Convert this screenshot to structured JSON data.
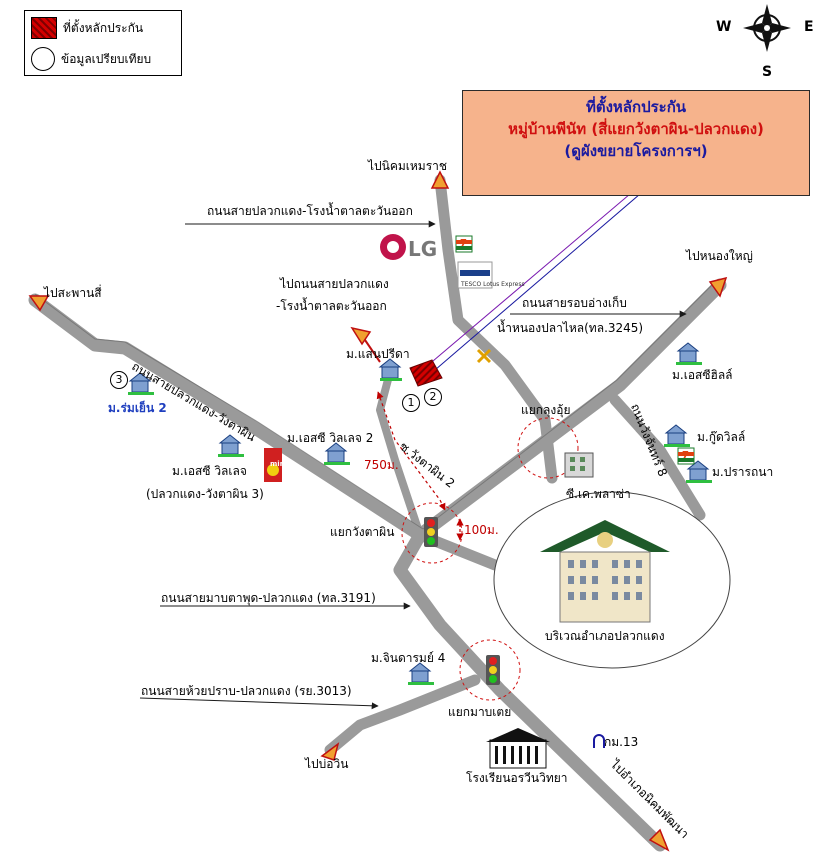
{
  "legend": {
    "main_location": "ที่ตั้งหลักประกัน",
    "comparable": "ข้อมูลเปรียบเทียบ"
  },
  "compass": {
    "west": "W",
    "east": "E",
    "south": "S"
  },
  "callout": {
    "line1": "ที่ตั้งหลักประกัน",
    "line2": "หมู่บ้านพีนัท (สี่แยกวังตาผิน-ปลวกแดง)",
    "line3": "(ดูผังขยายโครงการฯ)"
  },
  "labels": {
    "to_nikhom": "ไปนิคมเหมราช",
    "road_sugar": "ถนนสายปลวกแดง-โรงน้ำตาลตะวันออก",
    "to_sugar_road_1": "ไปถนนสายปลวกแดง",
    "to_sugar_road_2": "-โรงน้ำตาลตะวันออก",
    "to_saphan_si": "ไปสะพานสี่",
    "to_nong_yai": "ไปหนองใหญ่",
    "road_reservoir_1": "ถนนสายรอบอ่างเก็บ",
    "road_reservoir_2": "น้ำหนองปลาไหล(ทล.3245)",
    "road_pluak_wang": "ถนนสายปลวกแดง-วังตาผิน",
    "soi_wang_2": "ซ.วังตาผิน 2",
    "road_wang_chang_8": "ถนนวังจันทร์ 8",
    "m_saenpreeda": "ม.แสนปรีดา",
    "m_romyen_2": "ม.ร่มเย็น 2",
    "m_sc_village_2": "ม.เอสซี วิลเลจ 2",
    "dist_750": "750ม.",
    "m_sc_village": "ม.เอสซี วิลเลจ",
    "m_sc_village_sub": "(ปลวกแดง-วังตาผิน 3)",
    "m_sc_hills": "ม.เอสซีฮิลล์",
    "m_goodville": "ม.กู๊ดวิลล์",
    "m_prathana": "ม.ปรารถนา",
    "laem_lung_ui": "แยกลุงอุ้ย",
    "cj_plaza": "ซี.เค.พลาซ่า",
    "laem_wang_tapin": "แยกวังตาผิน",
    "dist_100": "100ม.",
    "road_map_ta_phut": "ถนนสายมาบตาพุด-ปลวกแดง (ทล.3191)",
    "district_area": "บริเวณอำเภอปลวกแดง",
    "m_jindarom_4": "ม.จินดารมย์ 4",
    "road_huai_prap": "ถนนสายห้วยปราบ-ปลวกแดง (รย.3013)",
    "laem_map_toei": "แยกมาบเตย",
    "km_13": "กม.13",
    "to_bo_win": "ไปบ่อวิน",
    "school": "โรงเรียนอรวีนวิทยา",
    "to_nikhom_phatthana": "ไปอำเภอนิคมพัฒนา",
    "circle_1": "1",
    "circle_2": "2",
    "circle_3": "3",
    "lg_brand": "LG",
    "mini_brand": "mini",
    "tesco_brand": "TESCO Lotus Express",
    "seven_brand": "7"
  },
  "colors": {
    "road": "#9a9a9a",
    "road_edge": "#5a5a5a",
    "callout_bg": "#f6b38c",
    "marker": "#d40000",
    "arrow": "#f0a030"
  }
}
